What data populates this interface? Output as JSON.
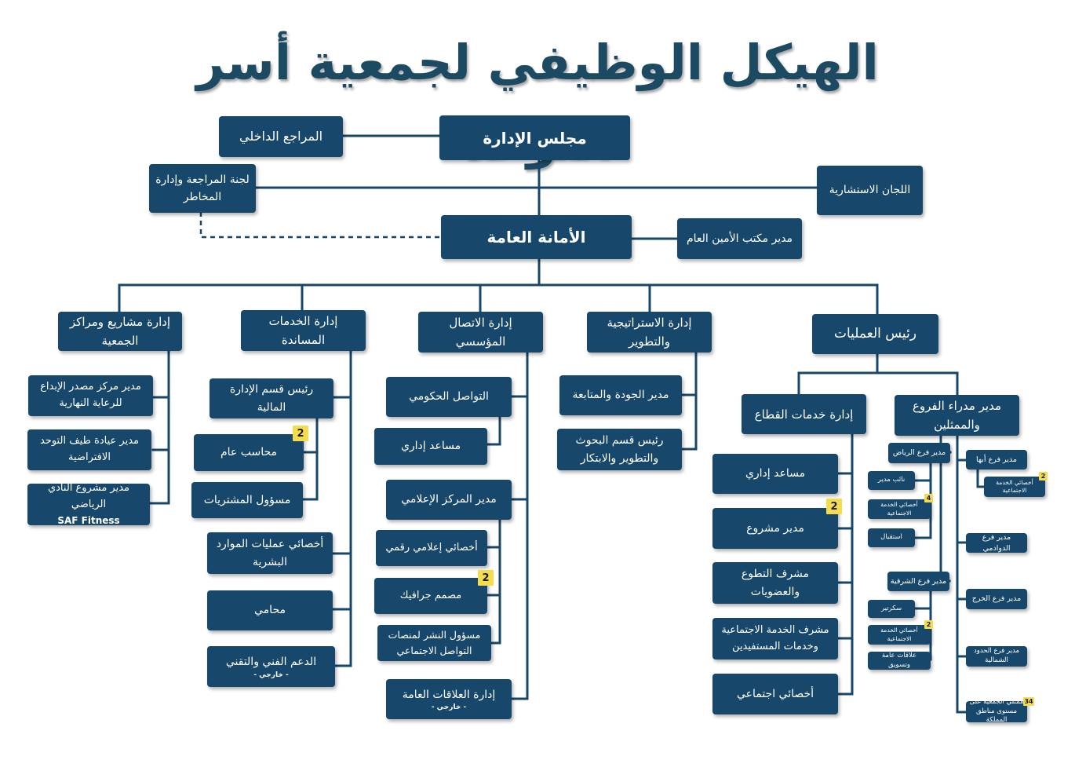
{
  "title": "الهيكل الوظيفي لجمعية أسر التوحد",
  "colors": {
    "box": "#17476a",
    "line": "#17476a",
    "badge": "#f3dd4e",
    "title": "#1c4a63"
  },
  "boxes": {
    "board": "مجلس الإدارة",
    "internal_auditor": "المراجع الداخلي",
    "audit_committee": "لجنة المراجعة وإدارة المخاطر",
    "advisory_committees": "اللجان الاستشارية",
    "general_secretariat": "الأمانة العامة",
    "sg_office_manager": "مدير مكتب الأمين العام",
    "operations_head": "رئيس العمليات",
    "strategy_dept": "إدارة الاستراتيجية والتطوير",
    "communication_dept": "إدارة الاتصال المؤسسي",
    "support_dept": "إدارة الخدمات المساندة",
    "projects_dept": "إدارة مشاريع ومراكز الجمعية",
    "projects": {
      "creativity_center": "مدير مركز مصدر الإبداع للرعاية النهارية",
      "virtual_clinic": "مدير عيادة طيف التوحد الافتراضية",
      "sports_club": "مدير مشروع النادي الرياضي",
      "sports_club_name": "SAF Fitness"
    },
    "support": {
      "finance_head": "رئيس قسم الإدارة المالية",
      "accountant": "محاسب عام",
      "purchasing": "مسؤول المشتريات",
      "hr_specialist": "أخصائي عمليات الموارد البشرية",
      "lawyer": "محامي",
      "tech_support": "الدعم الفني والتقني",
      "tech_support_note": "- خارجي -"
    },
    "communication": {
      "gov_comm": "التواصل الحكومي",
      "admin_assistant": "مساعد إداري",
      "media_center": "مدير المركز  الإعلامي",
      "digital_media": "أخصائي إعلامي رقمي",
      "graphic_designer": "مصمم جرافيك",
      "social_media": "مسؤول النشر لمنصات التواصل الاجتماعي",
      "public_relations": "إدارة العلاقات العامة",
      "public_relations_note": "- خارجي -"
    },
    "strategy": {
      "quality_manager": "مدير الجودة والمتابعة",
      "research_head": "رئيس قسم البحوث  والتطوير  والابتكار"
    },
    "operations": {
      "sector_services": "إدارة خدمات القطاع",
      "branch_managers": "مدير مدراء الفروع والممثلين",
      "ops_admin_assistant": "مساعد إداري",
      "project_manager": "مدير مشروع",
      "volunteer_supervisor": "مشرف التطوع والعضويات",
      "social_service_supervisor": "مشرف الخدمة الاجتماعية وخدمات المستفيدين",
      "social_specialist": "أخصائي اجتماعي"
    },
    "branches": {
      "riyadh": "مدير فرع الرياض",
      "riyadh_deputy": "نائب مدير",
      "riyadh_social": "أخصائي الخدمة الاجتماعية",
      "riyadh_reception": "استقبال",
      "eastern": "مدير فرع الشرقية",
      "eastern_secretary": "سكرتير",
      "eastern_social": "أخصائي الخدمة الاجتماعية",
      "eastern_pr": "علاقات عامة وتسويق",
      "abha": "مدير فرع أبها",
      "abha_social": "أخصائي الخدمة الاجتماعية",
      "dawadmi": "مدير فرع الدوادمي",
      "kharj": "مدير فرع الخرج",
      "northern": "مدير فرع الحدود الشمالية",
      "representatives": "ممثلي الجمعية على مستوى مناطق المملكة"
    }
  },
  "badges": {
    "accountant": "2",
    "project_manager": "2",
    "graphic_designer": "2",
    "riyadh_social": "4",
    "eastern_social": "2",
    "abha_social": "2",
    "representatives": "34"
  }
}
